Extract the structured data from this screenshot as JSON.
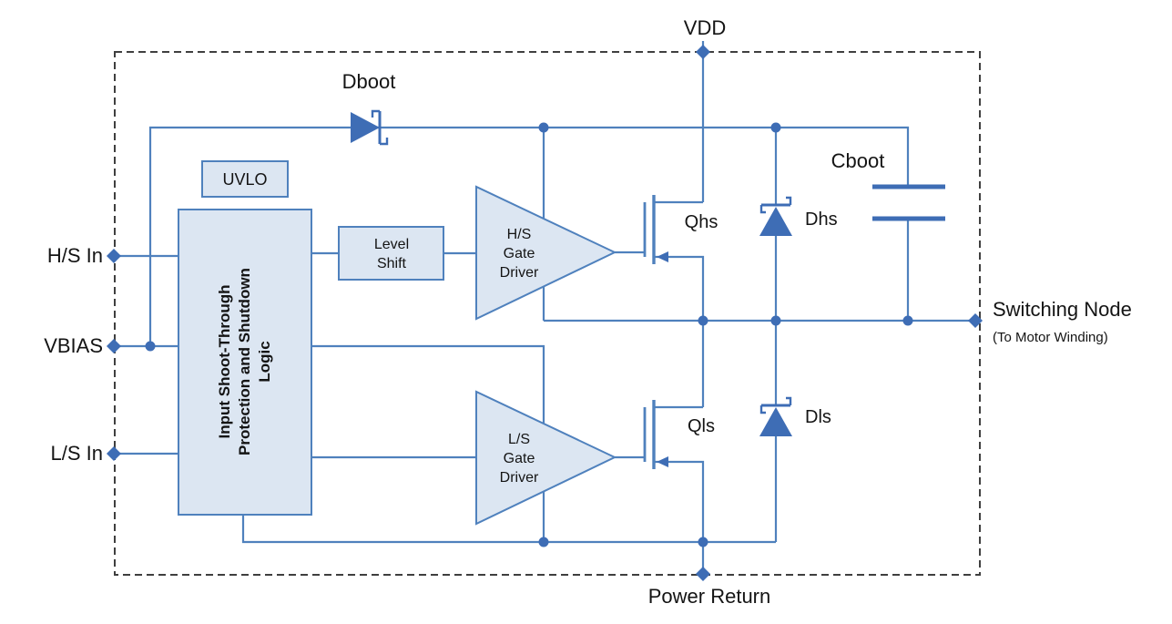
{
  "labels": {
    "vdd": "VDD",
    "dboot": "Dboot",
    "cboot": "Cboot",
    "hs_in": "H/S In",
    "vbias": "VBIAS",
    "ls_in": "L/S In",
    "switching_node": "Switching Node",
    "switching_node_sub": "(To Motor Winding)",
    "power_return": "Power Return",
    "qhs": "Qhs",
    "qls": "Qls",
    "dhs": "Dhs",
    "dls": "Dls",
    "uvlo": "UVLO"
  },
  "blocks": {
    "logic": {
      "line1": "Input Shoot-Through",
      "line2": "Protection and Shutdown",
      "line3": "Logic"
    },
    "level_shift": {
      "line1": "Level",
      "line2": "Shift"
    },
    "hs_driver": {
      "line1": "H/S",
      "line2": "Gate",
      "line3": "Driver"
    },
    "ls_driver": {
      "line1": "L/S",
      "line2": "Gate",
      "line3": "Driver"
    }
  },
  "colors": {
    "wire": "#4f81bd",
    "symbol_fill": "#3e6db5",
    "block_fill": "#dce6f2",
    "block_border": "#4f81bd",
    "boundary": "#3f3f3f",
    "text": "#141414"
  }
}
